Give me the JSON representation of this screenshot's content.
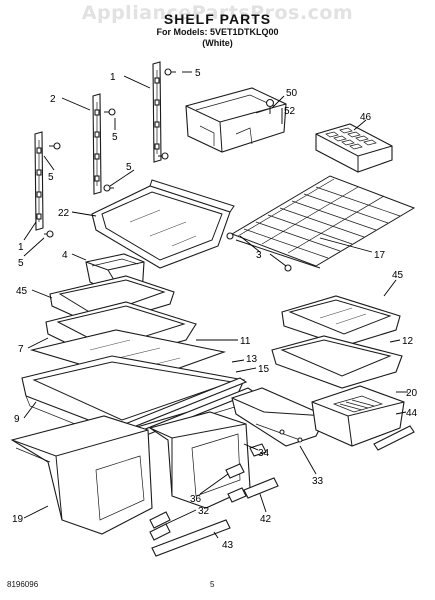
{
  "watermark": "AppliancePartsPros.com",
  "header": {
    "title": "SHELF PARTS",
    "models": "For Models: 5VET1DTKLQ00",
    "variant": "(White)"
  },
  "callouts": {
    "c1a": "1",
    "c1b": "1",
    "c2": "2",
    "c3": "3",
    "c4": "4",
    "c5a": "5",
    "c5b": "5",
    "c5c": "5",
    "c5d": "5",
    "c5e": "5",
    "c7": "7",
    "c9": "9",
    "c11": "11",
    "c12": "12",
    "c13": "13",
    "c15": "15",
    "c17": "17",
    "c19": "19",
    "c20": "20",
    "c22": "22",
    "c32": "32",
    "c33": "33",
    "c34": "34",
    "c36": "36",
    "c42": "42",
    "c43": "43",
    "c44": "44",
    "c45a": "45",
    "c45b": "45",
    "c46": "46",
    "c50": "50",
    "c52": "52"
  },
  "footer": {
    "part_number": "8196096",
    "page": "5"
  }
}
